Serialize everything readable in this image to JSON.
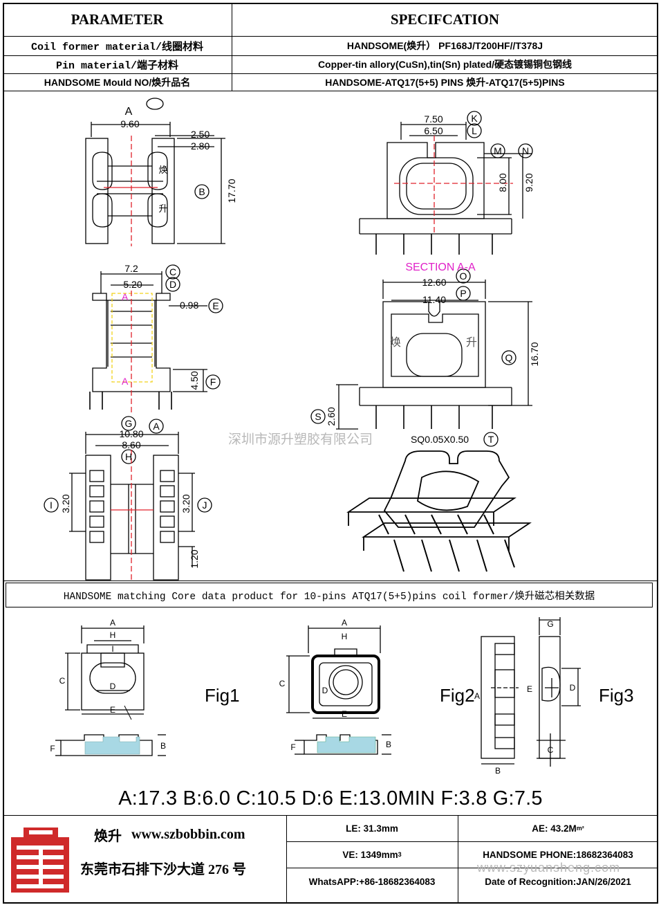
{
  "header": {
    "col1": "PARAMETER",
    "col2": "SPECIFCATION"
  },
  "rows": [
    {
      "label": "Coil former material/线圈材料",
      "value": "HANDSOME(焕升）   PF168J/T200HF//T378J"
    },
    {
      "label": "Pin material/端子材料",
      "value": "Copper-tin allory(CuSn),tin(Sn) plated/硬态镀锡铜包钢线"
    },
    {
      "label": "HANDSOME Mould NO/焕升品名",
      "value": "HANDSOME-ATQ17(5+5) PINS    焕升-ATQ17(5+5)PINS"
    }
  ],
  "drawing": {
    "top_left": {
      "A": "A",
      "d1": "9.60",
      "d2": "2.50",
      "d3": "2.80",
      "B": "B",
      "d4": "17.70",
      "c1": "焕",
      "c2": "升"
    },
    "top_right": {
      "K": "K",
      "L": "L",
      "M": "M",
      "N": "N",
      "d1": "7.50",
      "d2": "6.50",
      "d3": "8.00",
      "d4": "9.20",
      "section": "SECTION A-A"
    },
    "mid_left": {
      "C": "C",
      "D": "D",
      "E": "E",
      "F": "F",
      "d1": "7.2",
      "d2": "5.20",
      "d3": "0.98",
      "d4": "4.50",
      "a": "A"
    },
    "mid_right": {
      "O": "O",
      "P": "P",
      "Q": "Q",
      "S": "S",
      "T": "T",
      "d1": "12.60",
      "d2": "11.40",
      "d3": "16.70",
      "d4": "2.60",
      "pin": "SQ0.05X0.50",
      "c1": "焕",
      "c2": "升"
    },
    "bottom_left": {
      "G": "G",
      "A": "A",
      "H": "H",
      "I": "I",
      "J": "J",
      "d1": "10.80",
      "d2": "8.60",
      "d3": "3.20",
      "d4": "3.20",
      "d5": "1.20"
    },
    "watermark": "深圳市源升塑胶有限公司"
  },
  "core": {
    "title": "HANDSOME matching Core data  product for 10-pins ATQ17(5+5)pins coil former/焕升磁芯相关数据",
    "fig1": "Fig1",
    "fig2": "Fig2",
    "fig3": "Fig3",
    "letters": {
      "A": "A",
      "B": "B",
      "C": "C",
      "D": "D",
      "E": "E",
      "F": "F",
      "G": "G",
      "H": "H",
      "I": "I"
    },
    "dims": "A:17.3 B:6.0 C:10.5 D:6 E:13.0MIN F:3.8 G:7.5"
  },
  "footer": {
    "brand": "焕升",
    "website": "www.szbobbin.com",
    "address": "东莞市石排下沙大道 276 号",
    "le": "LE: 31.3mm",
    "ae_prefix": "AE: 43.2M",
    "ae_sup": "m²",
    "ve_prefix": "VE: 1349mm",
    "ve_sup": "3",
    "phone": "HANDSOME PHONE:18682364083",
    "whatsapp": "WhatsAPP:+86-18682364083",
    "date": "Date of Recognition:JAN/26/2021",
    "watermark": "www.szyuansheng.com"
  },
  "colors": {
    "red": "#e0202a",
    "magenta": "#e020c8",
    "yellow": "#f2d21a",
    "core_fill": "#a8d8e4"
  }
}
